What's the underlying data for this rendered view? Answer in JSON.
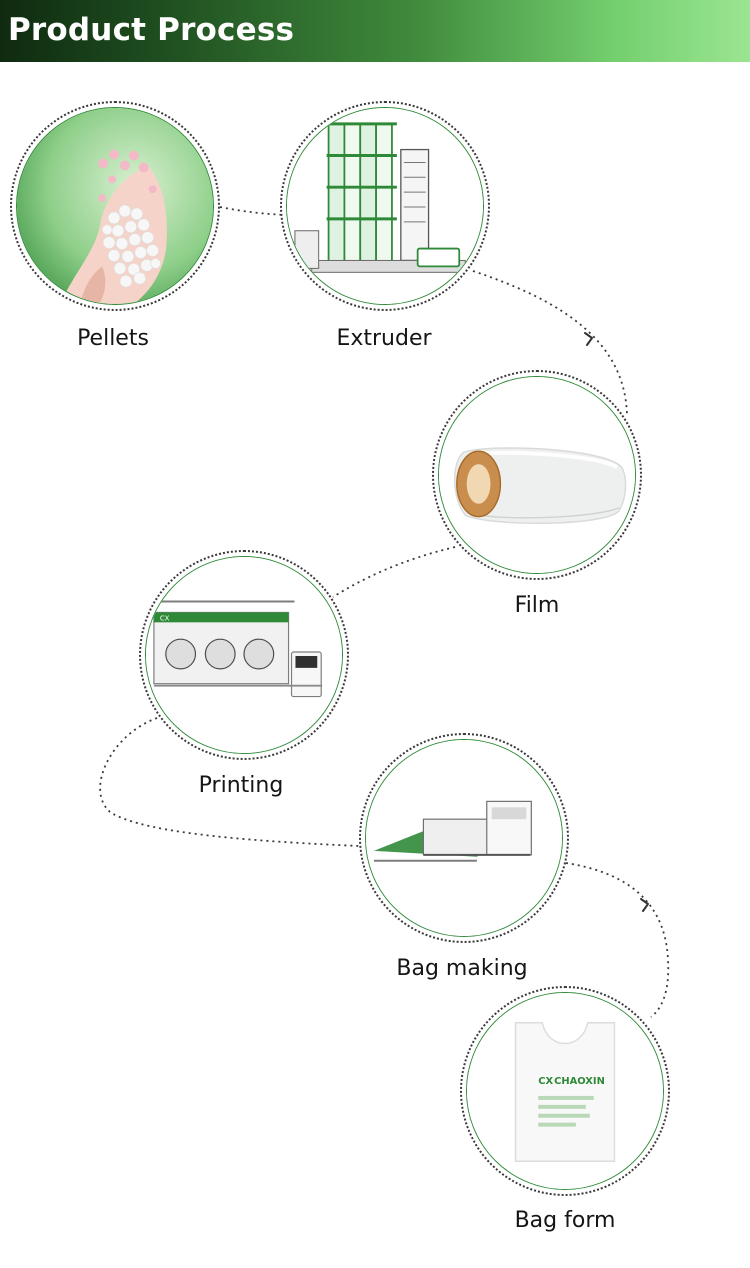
{
  "header": {
    "title": "Product Process"
  },
  "steps": {
    "pellets": {
      "label": "Pellets"
    },
    "extruder": {
      "label": "Extruder"
    },
    "film": {
      "label": "Film"
    },
    "printing": {
      "label": "Printing"
    },
    "bag_making": {
      "label": "Bag making"
    },
    "bag_form": {
      "label": "Bag form"
    }
  },
  "bag_print": {
    "brand": "CHAOXIN",
    "logo_mark": "CX"
  },
  "printing_machine": {
    "logo_mark": "CX"
  },
  "colors": {
    "brand_green": "#2f8a38",
    "banner_dark": "#0f2a10",
    "banner_light": "#9be592",
    "dotted_line": "#3a3a3a"
  },
  "icons": [
    "arrow-icon"
  ]
}
